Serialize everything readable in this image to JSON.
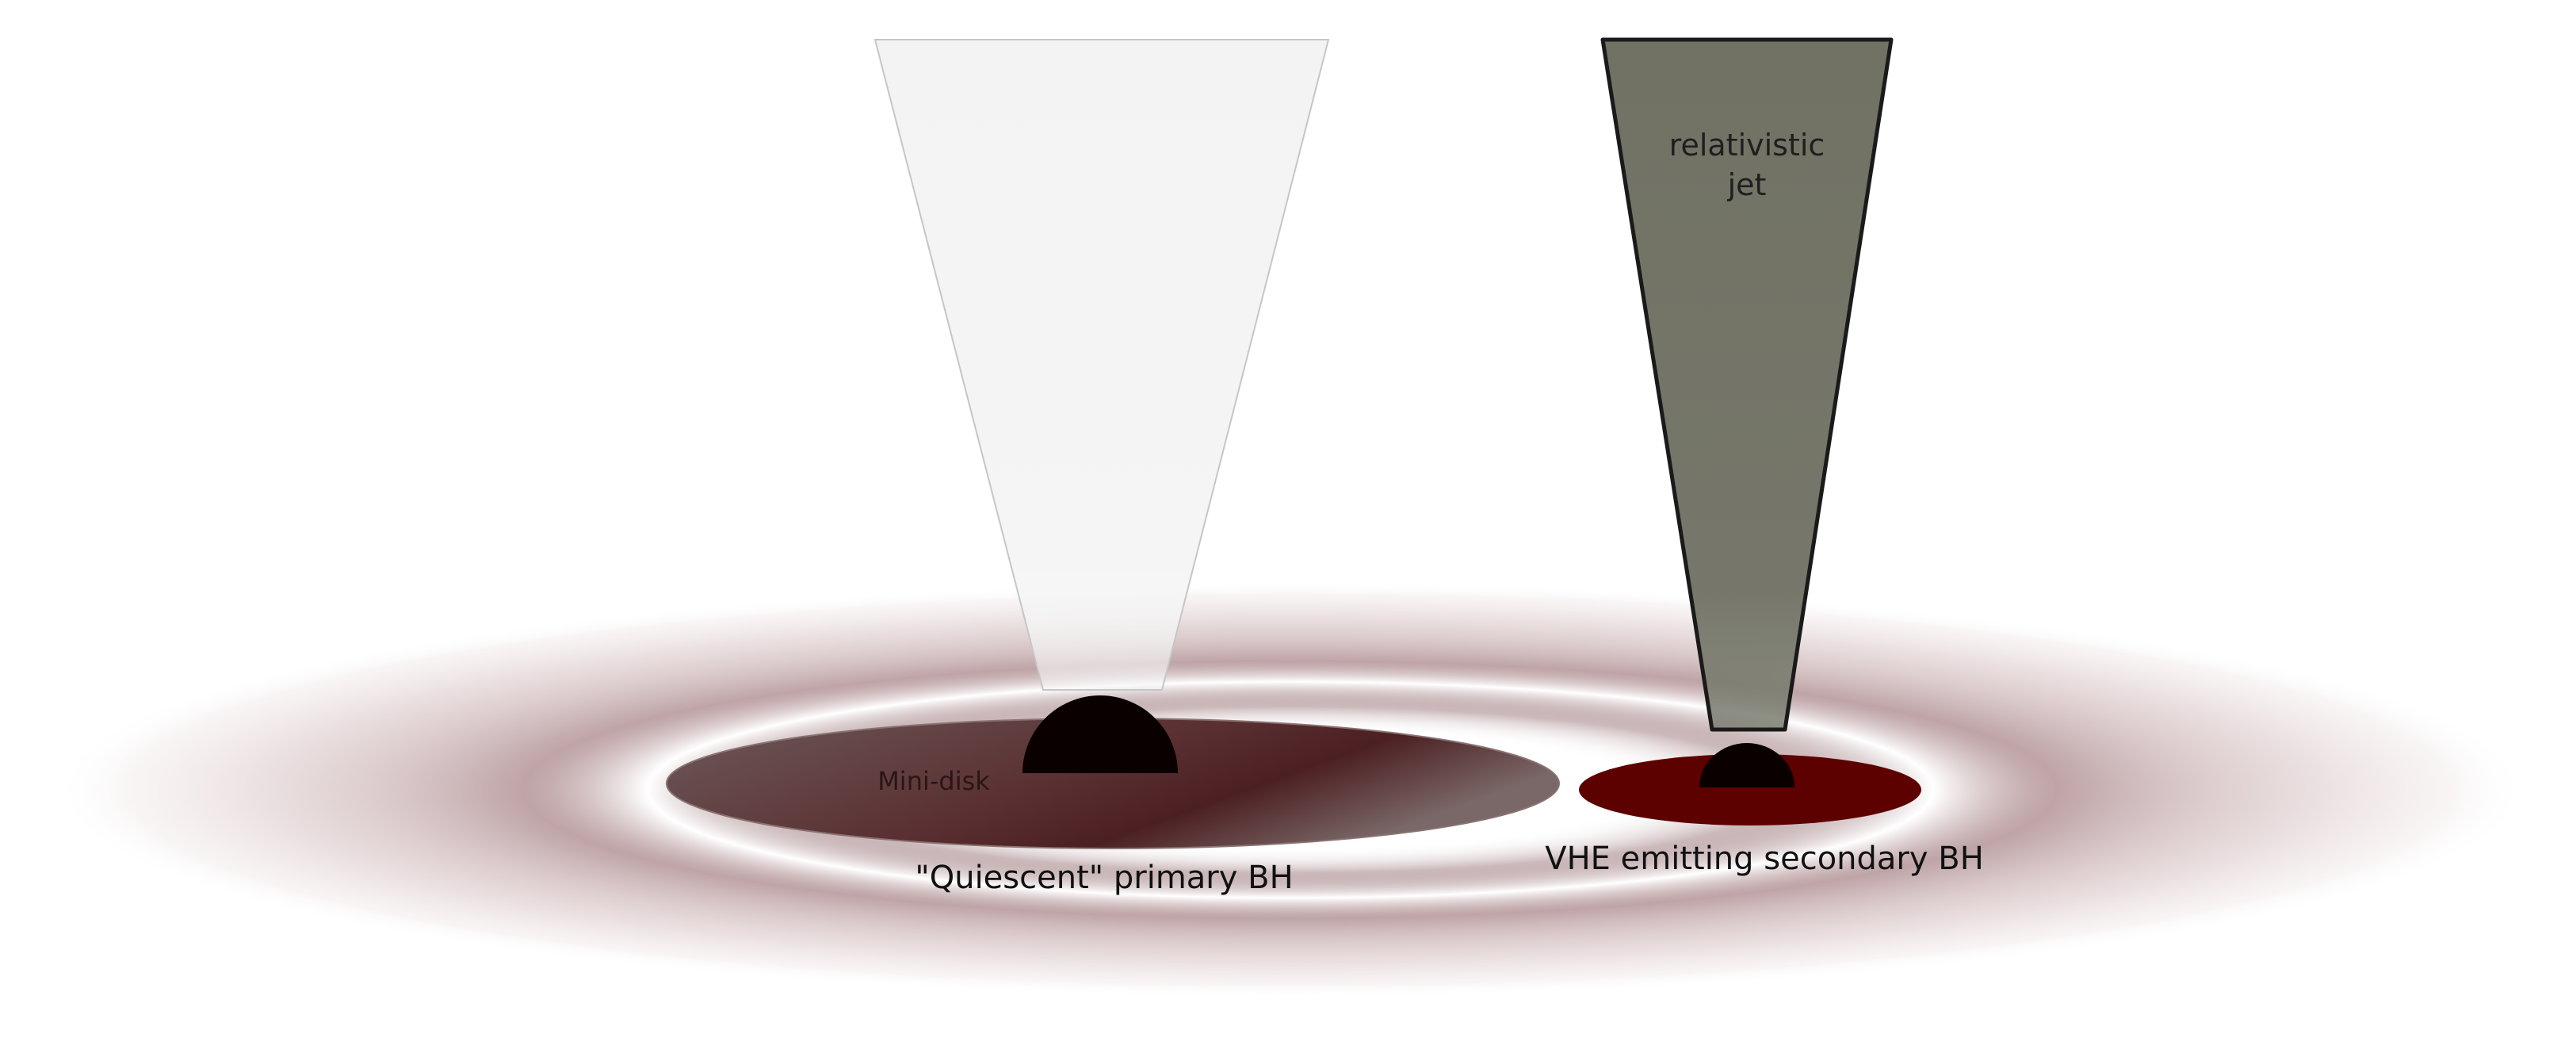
{
  "labels": {
    "jet_line1": "relativistic",
    "jet_line2": "jet",
    "mini_disk": "Mini-disk",
    "primary_bh": "\"Quiescent\" primary BH",
    "secondary_bh": "VHE emitting secondary BH"
  },
  "colors": {
    "background": "#ffffff",
    "circumbinary_disk": "#8a5a5e",
    "faint_cone": "#f4f4f4",
    "faint_cone_edge": "#c8c8c8",
    "jet_fill": "#727465",
    "jet_edge": "#1a1a1a",
    "primary_minidisk": "#5a2e30",
    "secondary_minidisk": "#5c0000",
    "black_hole": "#0a0000"
  }
}
